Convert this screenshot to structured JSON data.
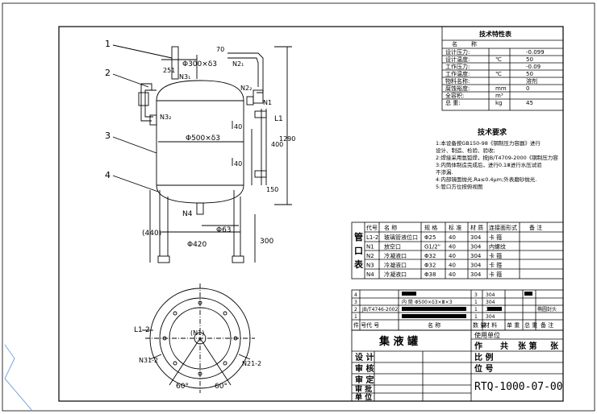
{
  "labels": {
    "leader_1": "1",
    "leader_2": "2",
    "leader_3": "3",
    "leader_4": "4",
    "dim_top_dia": "Φ300×δ3",
    "dim_70": "70",
    "dim_251": "251",
    "n31": "N3₁",
    "n21": "N2₁",
    "n22": "N2₂",
    "n32": "N3₂",
    "n1": "N1",
    "l1": "L1",
    "dim_40a": "40",
    "dim_shell": "Φ500×δ3",
    "dim_400": "400",
    "dim_1290": "1290",
    "dim_40b": "40",
    "dim_150": "150",
    "n4": "N4",
    "dim_440": "(440)",
    "dim_63": "Φ63",
    "dim_420": "Φ420",
    "dim_300": "300",
    "plan_l1": "L1-2",
    "plan_n1": "(N1)",
    "plan_n3": "N31-2",
    "plan_n2": "N21-2",
    "plan_60a": "60°",
    "plan_60b": "60°"
  },
  "spec_table": {
    "title": "技术特性表",
    "header": [
      "名",
      "称"
    ],
    "rows": [
      {
        "name": "设计压力:",
        "unit": "",
        "value": "-0.099"
      },
      {
        "name": "设计温度:",
        "unit": "℃",
        "value": "50"
      },
      {
        "name": "工作压力:",
        "unit": "",
        "value": "-0.09"
      },
      {
        "name": "工作温度:",
        "unit": "℃",
        "value": "50"
      },
      {
        "name": "物料名称:",
        "unit": "",
        "value": "溶剂"
      },
      {
        "name": "腐蚀裕度:",
        "unit": "mm",
        "value": "0"
      },
      {
        "name": "全容积:",
        "unit": "m³",
        "value": ""
      },
      {
        "name": "总 重:",
        "unit": "kg",
        "value": "45"
      }
    ]
  },
  "tech_req": {
    "title": "技术要求",
    "lines": [
      "1:本设备按GB150-98《钢制压力容器》进行",
      "   设计、制造、检验、验收;",
      "2:焊接采用氩弧焊，按JB/T4709-2000《钢制压力容",
      "3:内筒体制造完成后，进行0.1Ⅲ进行水压试验",
      "   不渗漏.",
      "4:内部镜面抛光,Ra≤0.4μm;外表磨砂抛光.",
      "5:管口方位按俯视图"
    ]
  },
  "nozzle_table": {
    "side_label": [
      "管",
      "口",
      "表"
    ],
    "header": [
      "代号",
      "名 称",
      "规 格",
      "标 准",
      "材 质",
      "连接面形式",
      "备 注"
    ],
    "rows": [
      {
        "code": "L1-2",
        "name": "玻璃管液位口",
        "spec": "Φ25",
        "std": "40",
        "mat": "304",
        "conn": "卡 箍",
        "note": ""
      },
      {
        "code": "N1",
        "name": "放空口",
        "spec": "G1/2\"",
        "std": "40",
        "mat": "304",
        "conn": "内螺纹",
        "note": ""
      },
      {
        "code": "N2",
        "name": "冷凝液口",
        "spec": "Φ32",
        "std": "40",
        "mat": "304",
        "conn": "卡 箍",
        "note": ""
      },
      {
        "code": "N3",
        "name": "冷凝液口",
        "spec": "Φ32",
        "std": "40",
        "mat": "304",
        "conn": "卡 箍",
        "note": ""
      },
      {
        "code": "N4",
        "name": "冷凝液口",
        "spec": "Φ38",
        "std": "40",
        "mat": "304",
        "conn": "卡 箍",
        "note": ""
      }
    ]
  },
  "parts_list": {
    "rows": [
      {
        "no": "4",
        "code": "",
        "name": "",
        "qty": "3",
        "mat": "304",
        "note": ""
      },
      {
        "no": "3",
        "code": "",
        "name": "内 筒 Φ500×δ3×Ⅲ×3",
        "qty": "1",
        "mat": "304",
        "note": ""
      },
      {
        "no": "2",
        "code": "JB/T4746-2002",
        "name": "",
        "qty": "1",
        "mat": "304",
        "note": "椭圆封头"
      },
      {
        "no": "1",
        "code": "",
        "name": "",
        "qty": "1",
        "mat": "304",
        "note": ""
      }
    ],
    "header": [
      "件 号",
      "代 号",
      "名 称",
      "数 量",
      "材 料",
      "单 重",
      "总 重",
      "备 注"
    ]
  },
  "title_block": {
    "drawing_name": "集 液 罐",
    "use_unit": "使用单位",
    "sheets": "共",
    "sheet_of": "张 第",
    "sheet_end": "张",
    "sheet_prefix": "作",
    "ratio": "比 例",
    "position": "位 号",
    "design": "设 计",
    "check": "审 核",
    "approve": "审 定",
    "review": "审 批",
    "unit": "单 位",
    "drawing_no": "RTQ-1000-07-00"
  }
}
